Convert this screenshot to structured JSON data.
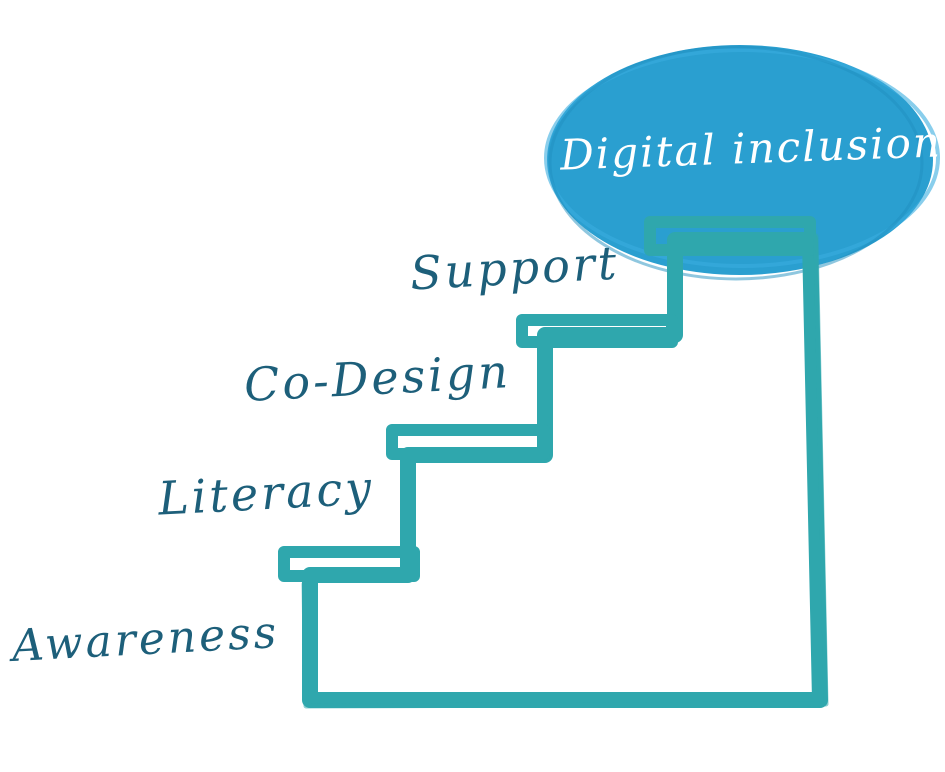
{
  "steps": [
    {
      "label": "Awareness"
    },
    {
      "label": "Literacy"
    },
    {
      "label": "Co-Design"
    },
    {
      "label": "Support"
    }
  ],
  "goal": {
    "label": "Digital inclusion"
  },
  "colors": {
    "stair_outline": "#2fa7ad",
    "goal_fill": "#2a9fd0",
    "text": "#1d5f7a",
    "goal_text": "#ffffff"
  }
}
